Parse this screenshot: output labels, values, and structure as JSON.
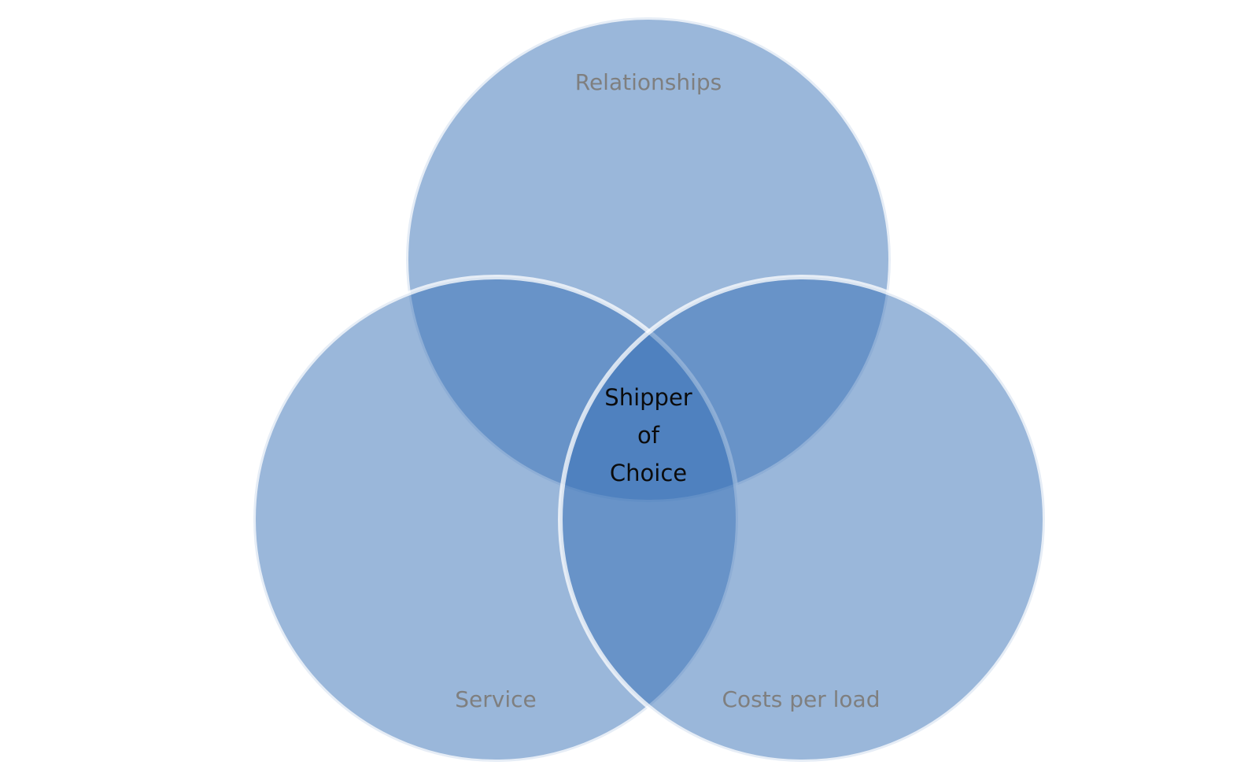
{
  "diagram": {
    "type": "venn",
    "colors": {
      "circle_fill": "#3670B5",
      "circle_stroke": "#ffffff",
      "set_label": "#7f7f7f",
      "center_label": "#0b0b0b"
    },
    "sets": [
      {
        "id": "relationships",
        "label": "Relationships"
      },
      {
        "id": "service",
        "label": "Service"
      },
      {
        "id": "costs",
        "label": "Costs per load"
      }
    ],
    "center": {
      "lines": [
        "Shipper",
        "of",
        "Choice"
      ]
    }
  }
}
